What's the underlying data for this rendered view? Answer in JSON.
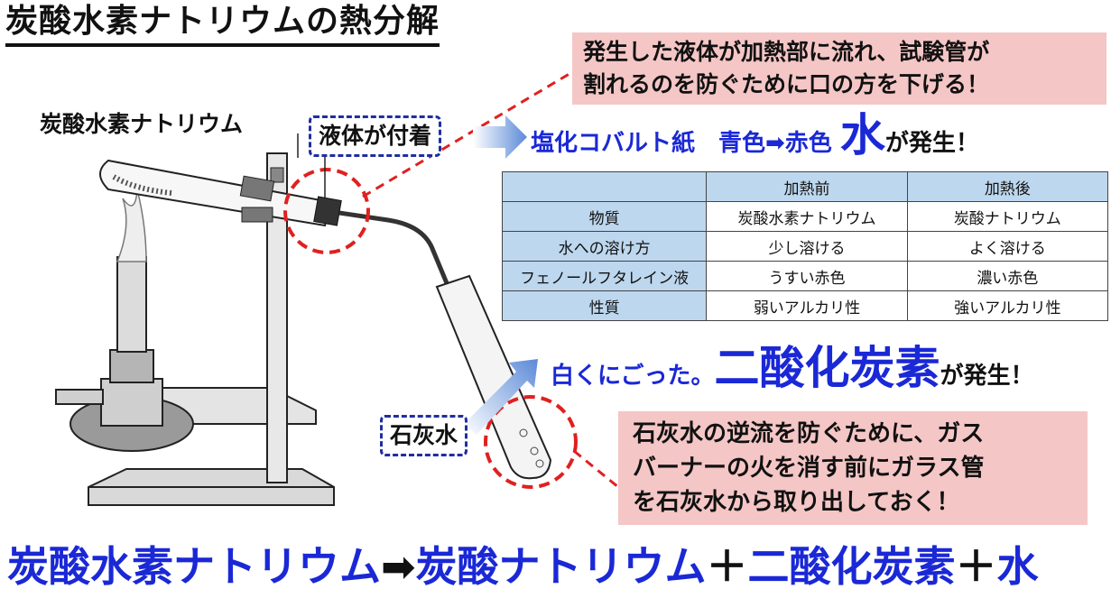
{
  "title": "炭酸水素ナトリウムの熱分解",
  "note_top": {
    "line1": "発生した液体が加熱部に流れ、試験管が",
    "line2": "割れるのを防ぐために口の方を下げる！"
  },
  "label_nahco3": "炭酸水素ナトリウム",
  "label_liquid": "液体が付着",
  "label_limewater": "石灰水",
  "result_water": {
    "paper": "塩化コバルト紙　青色➡赤色",
    "water": "水",
    "suffix": "が発生！"
  },
  "result_co2": {
    "prefix": "白くにごった。",
    "co2": "二酸化炭素",
    "suffix": "が発生！"
  },
  "note_bottom": {
    "line1": "石灰水の逆流を防ぐために、ガス",
    "line2": "バーナーの火を消す前にガラス管",
    "line3": "を石灰水から取り出しておく！"
  },
  "table": {
    "headers": [
      "",
      "加熱前",
      "加熱後"
    ],
    "rows": [
      [
        "物質",
        "炭酸水素ナトリウム",
        "炭酸ナトリウム"
      ],
      [
        "水への溶け方",
        "少し溶ける",
        "よく溶ける"
      ],
      [
        "フェノールフタレイン液",
        "うすい赤色",
        "濃い赤色"
      ],
      [
        "性質",
        "弱いアルカリ性",
        "強いアルカリ性"
      ]
    ]
  },
  "equation": {
    "reactant": "炭酸水素ナトリウム",
    "arrow": "➡",
    "p1": "炭酸ナトリウム",
    "plus1": "＋",
    "p2": "二酸化炭素",
    "plus2": "＋",
    "p3": "水"
  },
  "colors": {
    "accent_blue": "#1a28d6",
    "note_pink": "#f5c6c6",
    "table_header": "#bdd7ee",
    "dash_red": "#e02020"
  }
}
